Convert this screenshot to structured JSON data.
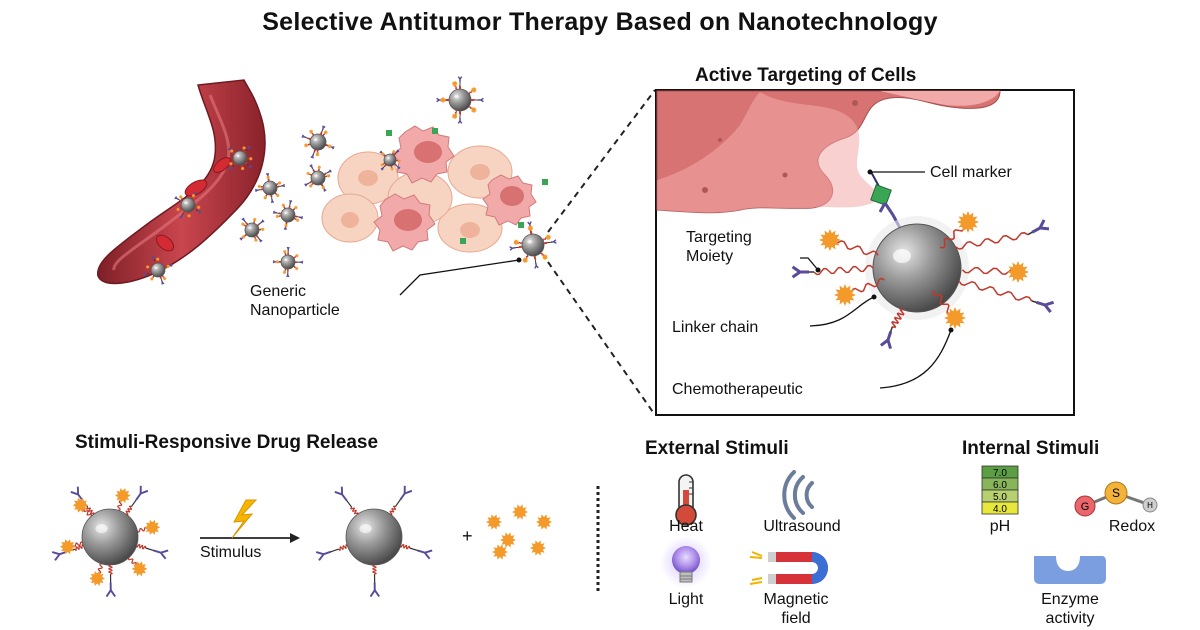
{
  "title": "Selective Antitumor Therapy Based on Nanotechnology",
  "generic_nanoparticle": {
    "line1": "Generic",
    "line2": "Nanoparticle"
  },
  "active_targeting": {
    "title": "Active Targeting of Cells",
    "cell_marker": "Cell marker",
    "targeting_moiety": {
      "line1": "Targeting",
      "line2": "Moiety"
    },
    "linker_chain": "Linker chain",
    "chemotherapeutic": "Chemotherapeutic"
  },
  "drug_release": {
    "title": "Stimuli-Responsive Drug Release",
    "stimulus": "Stimulus",
    "plus": "+"
  },
  "external_stimuli": {
    "title": "External Stimuli",
    "items": {
      "heat": "Heat",
      "ultrasound": "Ultrasound",
      "light": "Light",
      "magnetic_line1": "Magnetic",
      "magnetic_line2": "field"
    }
  },
  "internal_stimuli": {
    "title": "Internal Stimuli",
    "ph_scale": [
      "7.0",
      "6.0",
      "5.0",
      "4.0"
    ],
    "ph": "pH",
    "redox": "Redox",
    "redox_atoms": [
      "G",
      "S",
      "H"
    ],
    "enzyme_line1": "Enzyme",
    "enzyme_line2": "activity"
  },
  "colors": {
    "vessel": "#b8323a",
    "cell_pink": "#f2a9a9",
    "cell_peach": "#f7d4c2",
    "chemo_orange": "#f39a2b",
    "moiety_purple": "#5a4a9a",
    "linker_red": "#c0392b",
    "marker_green": "#3aa655",
    "nanoparticle_gray": "#8a8a8a",
    "enzyme_blue": "#7b9ee0"
  }
}
